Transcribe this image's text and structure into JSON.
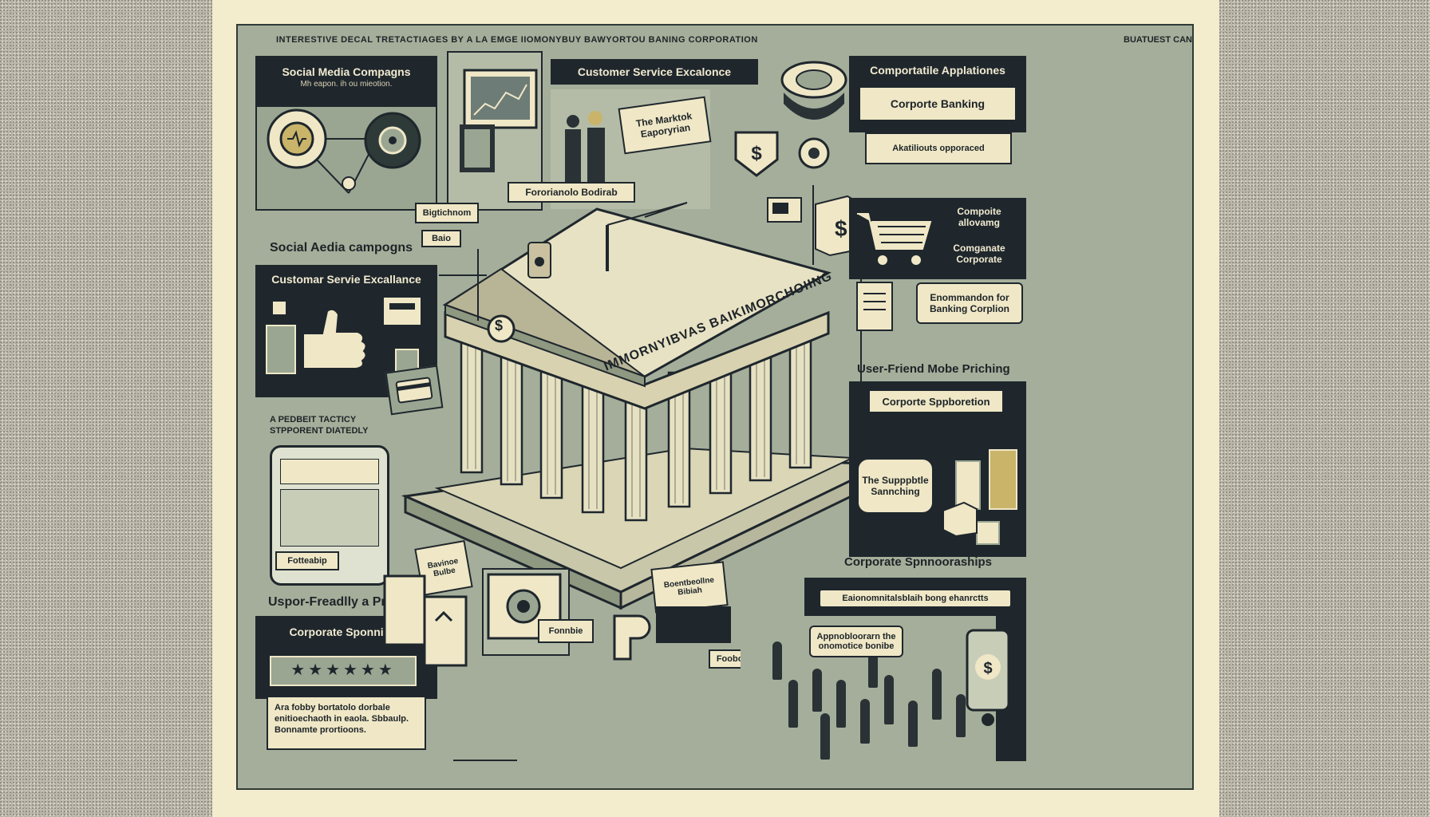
{
  "header": {
    "title": "INTERESTIVE DECAL TRETACTIAGES BY A LA EMGE IIOMONYBUY BAWYORTOU BANING CORPORATION",
    "right": "BUATUEST CAN"
  },
  "left": {
    "social_box_title": "Social Media Compagns",
    "social_box_sub": "Mh eapon. ih ou mieotion.",
    "social_caption": "Social Aedia campogns",
    "cs_box_title": "Customar Servie Excallance",
    "tactic_1": "A PEDBEIT TACTICY",
    "tactic_2": "STPPORENT DIATEDLY",
    "phone_tag": "Fotteabip",
    "upsell_caption": "Uspor-Freadlly a Pricing",
    "sponsor_box_title": "Corporate Sponnings",
    "stars": "★★★★★★",
    "note": "Ara fobby bortatolo dorbale enitioechaoth in eaola. Sbbaulp. Bonnamte prortioons."
  },
  "center": {
    "top_banner": "Customer Service Excalonce",
    "bubble": "The Marktok Eaporyrian",
    "tag1": "Fororianolo Bodirab",
    "tag2": "Bigtichnom",
    "tag3": "Baio",
    "bank_name": "IMMORNYIBVAS BAIKIMORCHOIING",
    "seal": "$",
    "doc_tag": "Bavinoe Bulbe",
    "monitor_tag": "Fonnbie",
    "kiosk_tag": "Boentbeollne Bibiah",
    "bottom_tag": "Foobon"
  },
  "right": {
    "apps_title": "Comportatile Applationes",
    "apps_sub": "Corporte Banking",
    "apps_note": "Akatiliouts opporaced",
    "alloc_1": "Compoite allovamg",
    "alloc_2": "Comganate Corporate",
    "bubble": "Enommandon for Banking Corplion",
    "pricing": "User-Friend Mobe Priching",
    "appbtn": "Corporte Sppboretion",
    "bubble2": "The Supppbtle Sannching",
    "sponsor_caption": "Corporate Spnnooraships",
    "pill": "Eaionomnitalsblaih bong ehanrctts",
    "sign": "Appnobloorarn the onomotice bonibe"
  },
  "colors": {
    "board": "#a5ae9a",
    "dark": "#1f272d",
    "cream": "#efe7c6",
    "paper": "#f3eccd"
  }
}
